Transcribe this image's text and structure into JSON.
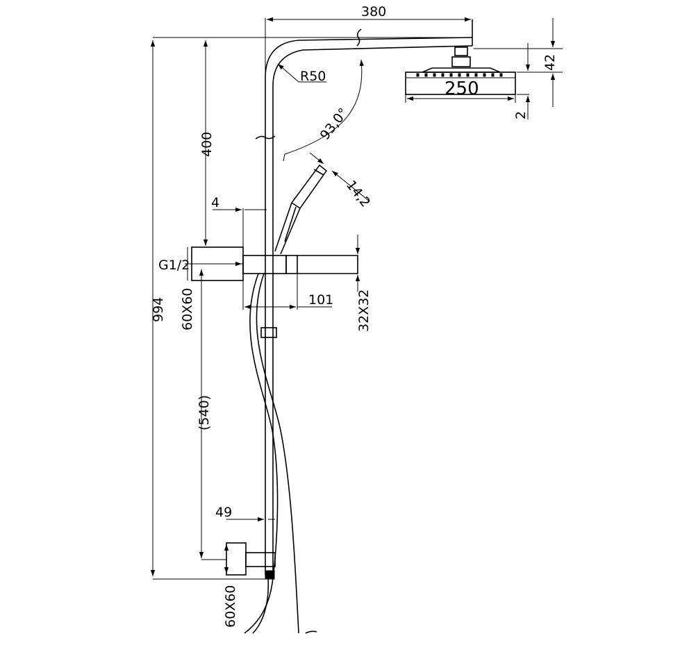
{
  "labels": {
    "width_380": "380",
    "radius_r50": "R50",
    "angle_93": "93,0°",
    "height_42": "42",
    "diameter_250": "250",
    "thickness_2": "2",
    "height_400": "400",
    "size_14_2": "14,2",
    "offset_4": "4",
    "thread_g12": "G1/2",
    "total_994": "994",
    "bracket_60x60_top": "60X60",
    "length_101": "101",
    "profile_32x32": "32X32",
    "spacing_540": "(540)",
    "offset_49": "49",
    "bracket_60x60_bottom": "60X60"
  }
}
